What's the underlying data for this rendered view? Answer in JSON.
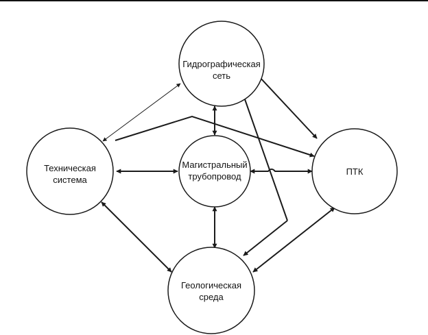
{
  "diagram": {
    "nodes": {
      "hydro": {
        "line1": "Гидрографическая",
        "line2": "сеть"
      },
      "tech": {
        "line1": "Техническая",
        "line2": "система"
      },
      "pipeline": {
        "line1": "Магистральный",
        "line2": "трубопровод"
      },
      "ptk": {
        "line1": "ПТК"
      },
      "geo": {
        "line1": "Геологическая",
        "line2": "среда"
      }
    },
    "edges": [
      {
        "from": "hydro",
        "to": "tech",
        "direction": "both"
      },
      {
        "from": "hydro",
        "to": "pipeline",
        "direction": "both"
      },
      {
        "from": "hydro",
        "to": "ptk",
        "direction": "forward"
      },
      {
        "from": "hydro",
        "to": "geo",
        "direction": "forward"
      },
      {
        "from": "tech",
        "to": "ptk",
        "direction": "forward"
      },
      {
        "from": "tech",
        "to": "pipeline",
        "direction": "both"
      },
      {
        "from": "tech",
        "to": "geo",
        "direction": "both"
      },
      {
        "from": "pipeline",
        "to": "ptk",
        "direction": "both"
      },
      {
        "from": "pipeline",
        "to": "geo",
        "direction": "both"
      },
      {
        "from": "ptk",
        "to": "geo",
        "direction": "both"
      }
    ],
    "colors": {
      "stroke": "#1a1a1a",
      "background": "#ffffff"
    }
  }
}
